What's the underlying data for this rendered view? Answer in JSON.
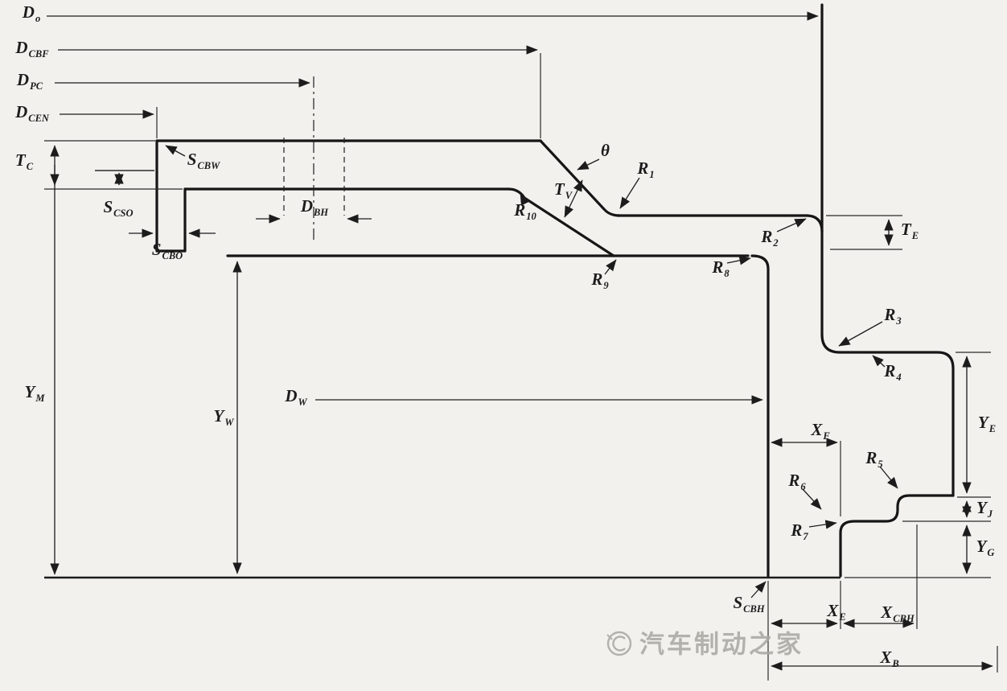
{
  "diagram": {
    "title": "brake-drum-cross-section-dimension-drawing",
    "background_color": "#f2f1ee",
    "line_color": "#1c1c1c",
    "labels": {
      "d_o": {
        "base": "D",
        "sub": "o"
      },
      "d_cbf": {
        "base": "D",
        "sub": "CBF"
      },
      "d_pc": {
        "base": "D",
        "sub": "PC"
      },
      "d_cen": {
        "base": "D",
        "sub": "CEN"
      },
      "t_c": {
        "base": "T",
        "sub": "C"
      },
      "s_cbw": {
        "base": "S",
        "sub": "CBW"
      },
      "s_cso": {
        "base": "S",
        "sub": "CSO"
      },
      "s_cbo": {
        "base": "S",
        "sub": "CBO"
      },
      "d_bh": {
        "base": "D",
        "sub": "BH"
      },
      "r10": {
        "base": "R",
        "sub": "10"
      },
      "theta": {
        "base": "θ",
        "sub": ""
      },
      "t_v": {
        "base": "T",
        "sub": "V"
      },
      "r1": {
        "base": "R",
        "sub": "1"
      },
      "r2": {
        "base": "R",
        "sub": "2"
      },
      "t_e": {
        "base": "T",
        "sub": "E"
      },
      "r8": {
        "base": "R",
        "sub": "8"
      },
      "r9": {
        "base": "R",
        "sub": "9"
      },
      "r3": {
        "base": "R",
        "sub": "3"
      },
      "r4": {
        "base": "R",
        "sub": "4"
      },
      "y_m": {
        "base": "Y",
        "sub": "M"
      },
      "y_w": {
        "base": "Y",
        "sub": "W"
      },
      "d_w": {
        "base": "D",
        "sub": "W"
      },
      "x_f": {
        "base": "X",
        "sub": "F"
      },
      "y_e": {
        "base": "Y",
        "sub": "E"
      },
      "r5": {
        "base": "R",
        "sub": "5"
      },
      "r6": {
        "base": "R",
        "sub": "6"
      },
      "r7": {
        "base": "R",
        "sub": "7"
      },
      "y_j": {
        "base": "Y",
        "sub": "J"
      },
      "y_g": {
        "base": "Y",
        "sub": "G"
      },
      "s_cbh": {
        "base": "S",
        "sub": "CBH"
      },
      "x_e": {
        "base": "X",
        "sub": "E"
      },
      "x_cbh": {
        "base": "X",
        "sub": "CBH"
      },
      "x_b": {
        "base": "X",
        "sub": "B"
      }
    },
    "watermark": {
      "text": "汽车制动之家",
      "color": "#a9a7a1"
    }
  }
}
